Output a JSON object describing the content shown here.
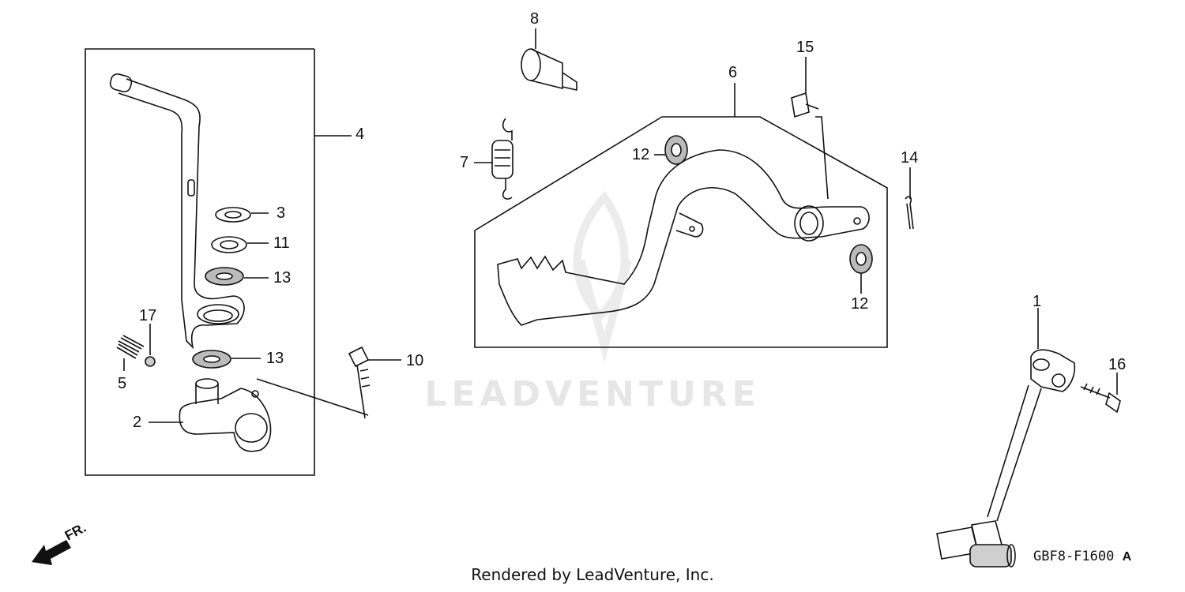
{
  "callouts": {
    "c1": "1",
    "c2": "2",
    "c3": "3",
    "c4": "4",
    "c5": "5",
    "c6": "6",
    "c7": "7",
    "c8": "8",
    "c10": "10",
    "c11": "11",
    "c12a": "12",
    "c12b": "12",
    "c13a": "13",
    "c13b": "13",
    "c14": "14",
    "c15": "15",
    "c16": "16",
    "c17": "17"
  },
  "watermark": "LEADVENTURE",
  "footer": "Rendered by LeadVenture, Inc.",
  "figure_code": "GBF8-F1600",
  "figure_suffix": "A",
  "front_indicator": "FR."
}
